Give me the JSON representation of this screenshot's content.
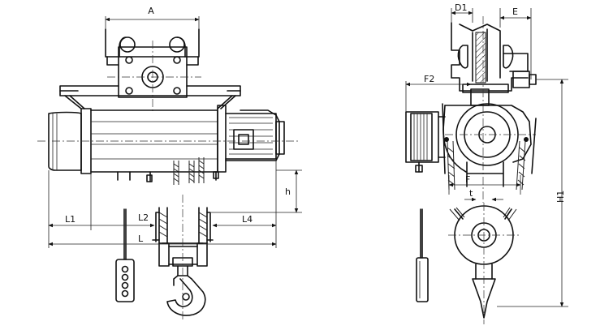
{
  "labels": {
    "A": "A",
    "D1": "D1",
    "E": "E",
    "F2": "F2",
    "L1": "L1",
    "L2": "L2",
    "L4": "L4",
    "L": "L",
    "h": "h",
    "F": "F",
    "t": "t",
    "H1": "H1"
  },
  "colors": {
    "line": "#111111",
    "background": "#ffffff"
  }
}
